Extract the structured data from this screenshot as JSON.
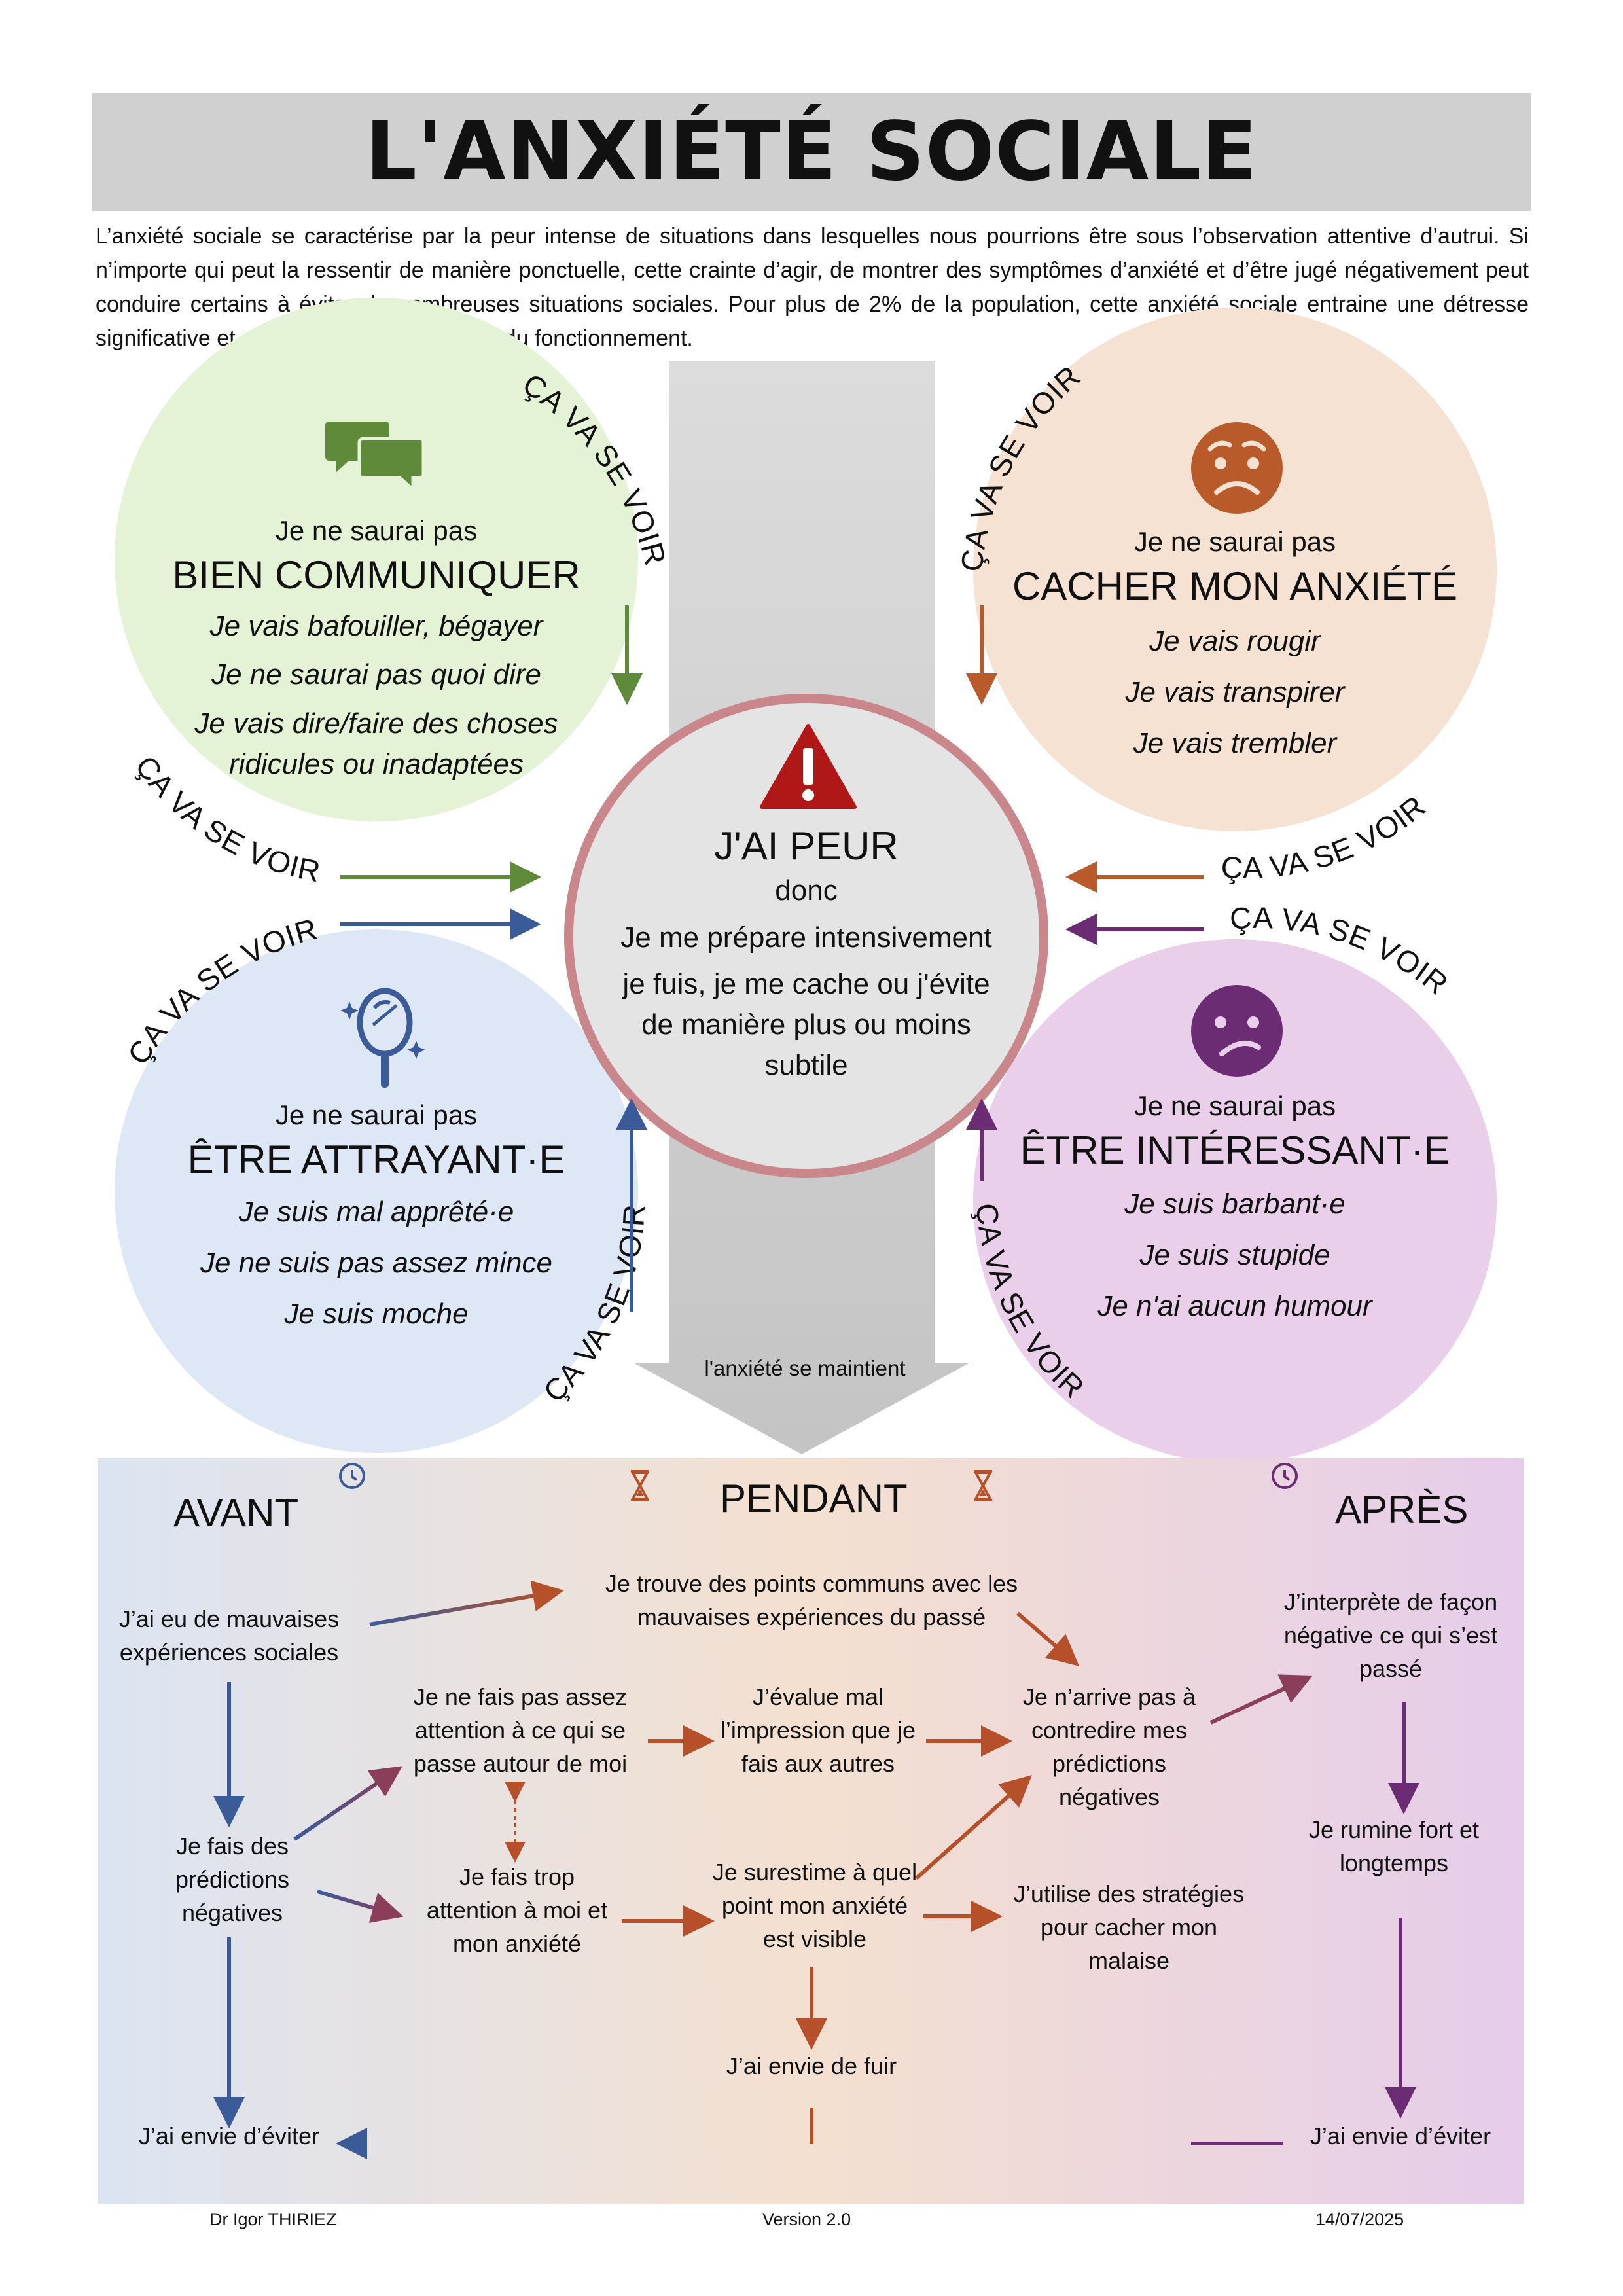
{
  "title": "L'ANXIÉTÉ SOCIALE",
  "intro": "L’anxiété sociale se caractérise par la peur intense de situations dans lesquelles nous pourrions être sous l’observation attentive d’autrui. Si n’importe qui peut la ressentir de manière ponctuelle, cette crainte d’agir, de montrer des symptômes d’anxiété et d’être jugé négativement peut conduire certains à éviter de nombreuses situations sociales. Pour plus de 2% de la population, cette anxiété sociale entraine une détresse significative et une altération significative du fonctionnement.",
  "ca_va_se_voir": "ÇA VA SE VOIR",
  "center": {
    "heading": "J'AI PEUR",
    "donc": "donc",
    "line1": "Je me prépare intensivement",
    "line2": "je fuis, je me cache ou j'évite de manière plus ou moins subtile"
  },
  "maintains_label": "l'anxiété se maintient",
  "bubbles": {
    "communicate": {
      "icon": "speech-bubbles-icon",
      "color": "#5e8a3a",
      "lead": "Je ne saurai pas",
      "heading": "BIEN COMMUNIQUER",
      "items": [
        "Je vais bafouiller, bégayer",
        "Je ne saurai pas quoi dire",
        "Je vais dire/faire des choses ridicules ou inadaptées"
      ]
    },
    "anxiety": {
      "icon": "worried-face-icon",
      "color": "#b85a2a",
      "lead": "Je ne saurai pas",
      "heading": "CACHER MON ANXIÉTÉ",
      "items": [
        "Je vais rougir",
        "Je vais transpirer",
        "Je vais trembler"
      ]
    },
    "attractive": {
      "icon": "mirror-icon",
      "color": "#3b5b98",
      "lead": "Je ne saurai pas",
      "heading": "ÊTRE ATTRAYANT·E",
      "items": [
        "Je suis mal apprêté·e",
        "Je ne suis pas assez mince",
        "Je suis moche"
      ]
    },
    "interesting": {
      "icon": "confused-face-icon",
      "color": "#6b2c74",
      "lead": "Je ne saurai pas",
      "heading": "ÊTRE INTÉRESSANT·E",
      "items": [
        "Je suis barbant·e",
        "Je suis stupide",
        "Je n'ai aucun humour"
      ]
    }
  },
  "phases": {
    "before": "AVANT",
    "during": "PENDANT",
    "after": "APRÈS"
  },
  "flow": {
    "past_experiences": "J’ai eu de mauvaises expériences sociales",
    "negative_predictions": "Je fais des prédictions négatives",
    "avoid_before": "J’ai envie d’éviter",
    "common_points": "Je trouve des points communs avec les mauvaises expériences du passé",
    "not_enough_attention": "Je ne fais pas assez attention à ce qui se passe autour de moi",
    "too_much_attention": "Je fais trop attention à moi et mon anxiété",
    "misjudge_impression": "J’évalue mal l’impression que je fais aux autres",
    "overestimate_visibility": "Je surestime à quel point mon anxiété est visible",
    "cannot_contradict": "Je n’arrive pas à contredire mes prédictions négatives",
    "hide_strategies": "J’utilise des stratégies pour cacher mon malaise",
    "want_to_flee": "J’ai envie de fuir",
    "interpret_negatively": "J’interprète de façon négative ce qui s’est passé",
    "ruminate": "Je rumine fort et longtemps",
    "avoid_after": "J’ai envie d’éviter"
  },
  "footer": {
    "author": "Dr Igor THIRIEZ",
    "version": "Version 2.0",
    "date": "14/07/2025"
  },
  "colors": {
    "green": "#5e8a3a",
    "orange": "#b85a2a",
    "blue": "#3b5b98",
    "purple": "#6b2c74",
    "danger": "#b01818"
  }
}
